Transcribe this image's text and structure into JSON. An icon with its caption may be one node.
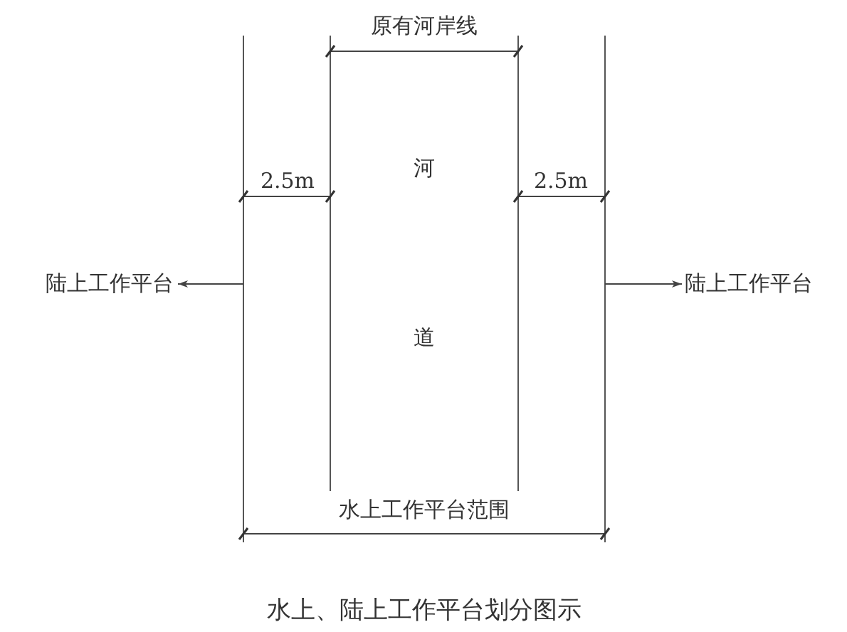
{
  "diagram": {
    "caption": "水上、陆上工作平台划分图示",
    "nodes": [
      {
        "text": [
          "陆上工作平台"
        ]
      },
      {
        "text": [
          "陆上工作平台"
        ]
      }
    ],
    "edges": [
      {
        "from": null,
        "to": 0,
        "arrow": "to"
      },
      {
        "from": null,
        "to": 1,
        "arrow": "to"
      }
    ],
    "labels": [
      "原有河岸线",
      "2.5m",
      "河",
      "2.5m",
      "道",
      "水上工作平台范围"
    ]
  }
}
